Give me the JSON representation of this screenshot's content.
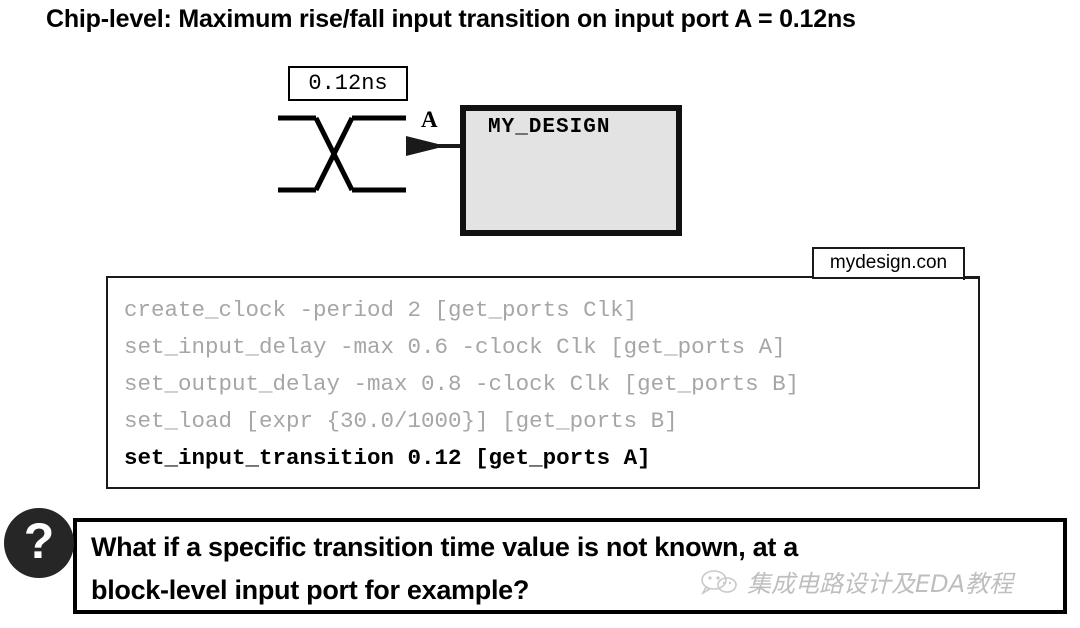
{
  "slide": {
    "title": "Chip-level: Maximum rise/fall input transition on input port A = 0.12ns"
  },
  "diagram": {
    "transition_label": "0.12ns",
    "port_label": "A",
    "design_block_name": "MY_DESIGN",
    "waveform_icon": "eye-crossing-waveform-icon",
    "arrow_icon": "input-port-arrow-icon"
  },
  "code_panel": {
    "file_label": "mydesign.con",
    "lines": [
      {
        "text": "create_clock -period 2 [get_ports Clk]",
        "emphasized": false
      },
      {
        "text": "set_input_delay -max 0.6 -clock Clk [get_ports A]",
        "emphasized": false
      },
      {
        "text": "set_output_delay -max 0.8 -clock Clk [get_ports B]",
        "emphasized": false
      },
      {
        "text": "set_load [expr {30.0/1000}] [get_ports B]",
        "emphasized": false
      },
      {
        "text": "set_input_transition 0.12 [get_ports A]",
        "emphasized": true
      }
    ]
  },
  "question": {
    "badge_glyph": "?",
    "line1": "What if a specific transition time value is not known, at a",
    "line2": "block-level input port for example?"
  },
  "watermark": {
    "icon": "wechat-icon",
    "text": "集成电路设计及EDA教程"
  },
  "colors": {
    "code_gray": "#a6a6a6",
    "code_emphasis": "#000000",
    "design_fill": "#e3e3e3",
    "badge_fill": "#262626",
    "watermark_gray": "#8a8a8a"
  }
}
